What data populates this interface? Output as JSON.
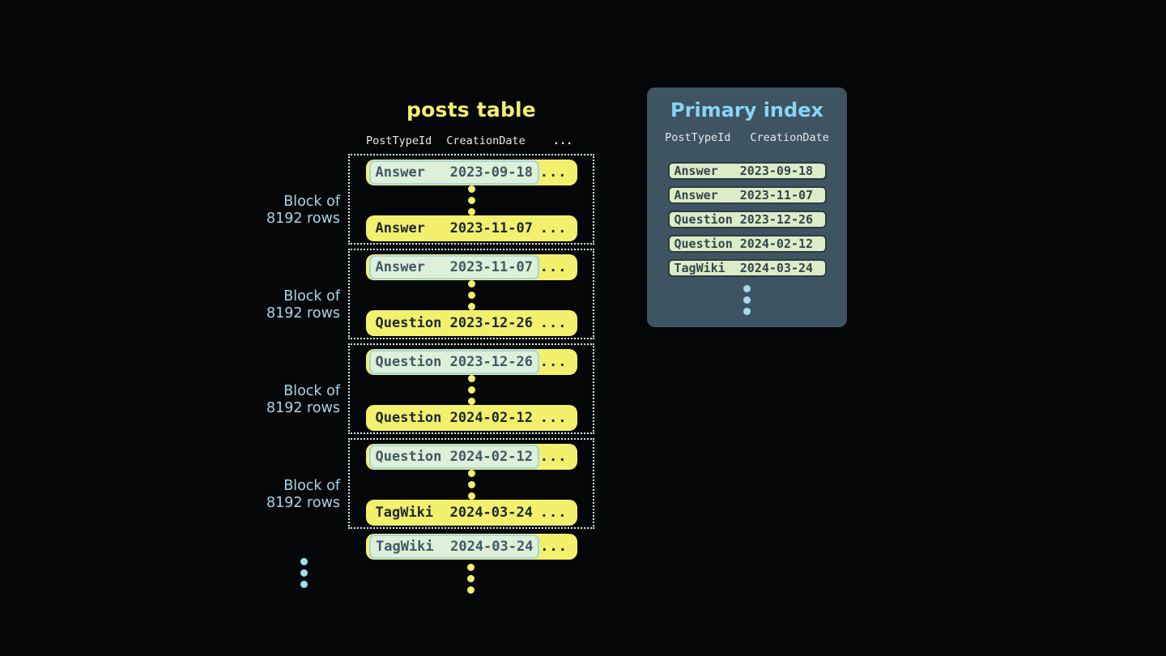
{
  "colors": {
    "background": "#050607",
    "yellow": "#f3f06e",
    "row_text": "#20282d",
    "highlight_fill": "#def0d8",
    "highlight_border": "#a3d6e6",
    "highlight_text": "#3e5a68",
    "block_border": "#d5ecf3",
    "label_blue": "#a9d6eb",
    "panel_bg": "#3e5463",
    "panel_title": "#87d5f3",
    "header_text": "#e6eaec",
    "index_pill_fill": "#dcecc6",
    "index_pill_border": "#2d3c43",
    "index_pill_text": "#33464f",
    "blue_dot": "#a3dcf2"
  },
  "posts_table": {
    "title": "posts table",
    "headers": {
      "col1": "PostTypeId",
      "col2": "CreationDate",
      "ellipsis": "..."
    },
    "row_ellipsis": "...",
    "blocks": [
      {
        "label_line1": "Block of",
        "label_line2": "8192 rows",
        "first_row": {
          "post_type": "Answer",
          "creation_date": "2023-09-18"
        },
        "last_row": {
          "post_type": "Answer",
          "creation_date": "2023-11-07"
        }
      },
      {
        "label_line1": "Block of",
        "label_line2": "8192 rows",
        "first_row": {
          "post_type": "Answer",
          "creation_date": "2023-11-07"
        },
        "last_row": {
          "post_type": "Question",
          "creation_date": "2023-12-26"
        }
      },
      {
        "label_line1": "Block of",
        "label_line2": "8192 rows",
        "first_row": {
          "post_type": "Question",
          "creation_date": "2023-12-26"
        },
        "last_row": {
          "post_type": "Question",
          "creation_date": "2024-02-12"
        }
      },
      {
        "label_line1": "Block of",
        "label_line2": "8192 rows",
        "first_row": {
          "post_type": "Question",
          "creation_date": "2024-02-12"
        },
        "last_row": {
          "post_type": "TagWiki",
          "creation_date": "2024-03-24"
        }
      }
    ],
    "overflow_row": {
      "post_type": "TagWiki",
      "creation_date": "2024-03-24"
    }
  },
  "primary_index": {
    "title": "Primary index",
    "headers": {
      "col1": "PostTypeId",
      "col2": "CreationDate"
    },
    "rows": [
      {
        "post_type": "Answer",
        "creation_date": "2023-09-18"
      },
      {
        "post_type": "Answer",
        "creation_date": "2023-11-07"
      },
      {
        "post_type": "Question",
        "creation_date": "2023-12-26"
      },
      {
        "post_type": "Question",
        "creation_date": "2024-02-12"
      },
      {
        "post_type": "TagWiki",
        "creation_date": "2024-03-24"
      }
    ]
  }
}
